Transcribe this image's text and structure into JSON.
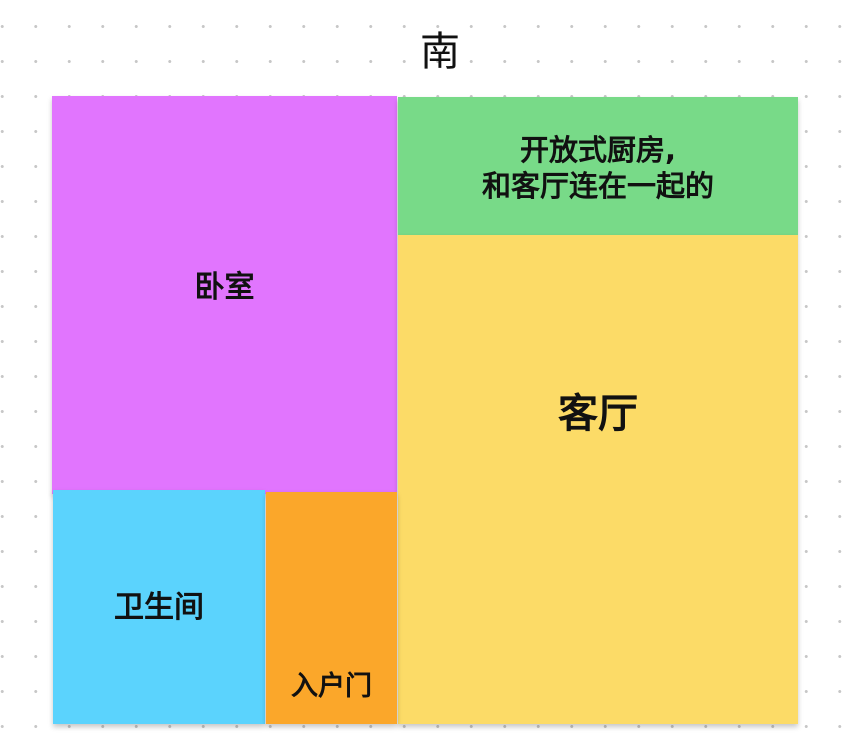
{
  "compass": {
    "label": "南"
  },
  "rooms": {
    "bedroom": {
      "label": "卧室",
      "color": "#E175FE"
    },
    "kitchen": {
      "line1": "开放式厨房,",
      "line2": "和客厅连在一起的",
      "color": "#78DA88"
    },
    "living": {
      "label": "客厅",
      "color": "#FCDB67"
    },
    "bathroom": {
      "label": "卫生间",
      "color": "#5BD3FD"
    },
    "entrance": {
      "label": "入户门",
      "color": "#FBA72A"
    }
  }
}
